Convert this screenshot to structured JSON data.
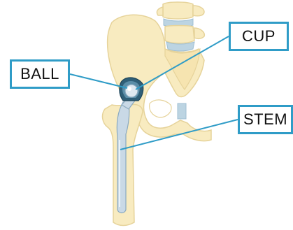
{
  "labels": {
    "ball": "BALL",
    "cup": "CUP",
    "stem": "STEM"
  },
  "colors": {
    "bone": "#f8ebc0",
    "bone_outline": "#e6d39a",
    "cartilage": "#bcd4e2",
    "implant_metal": "#c9d9e6",
    "implant_dark": "#2f5f78",
    "callout": "#2f9cc7"
  }
}
